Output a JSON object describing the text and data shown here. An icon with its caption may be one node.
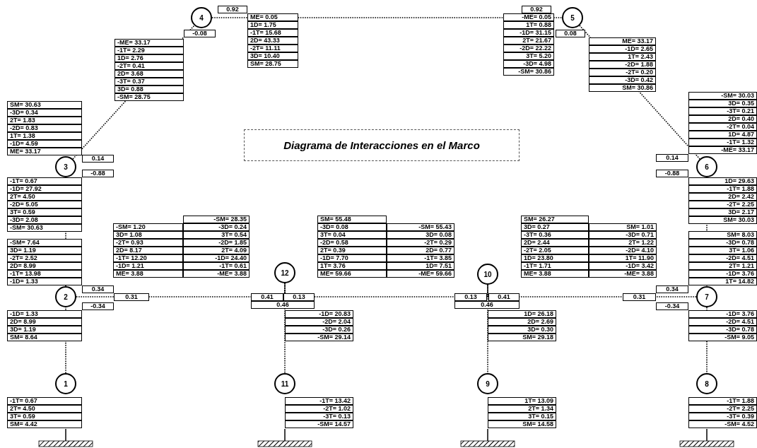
{
  "diagram": {
    "title": "Diagrama de Interacciones en el Marco",
    "nodes": [
      {
        "text": [
          "1"
        ]
      },
      {
        "text": [
          "2"
        ]
      },
      {
        "text": [
          "3"
        ]
      },
      {
        "text": [
          "4"
        ]
      },
      {
        "text": [
          "5"
        ]
      },
      {
        "text": [
          "6"
        ]
      },
      {
        "text": [
          "7"
        ]
      },
      {
        "text": [
          "8"
        ]
      },
      {
        "text": [
          "9"
        ]
      },
      {
        "text": [
          "10"
        ]
      },
      {
        "text": [
          "11"
        ]
      },
      {
        "text": [
          "12"
        ]
      }
    ],
    "edges": [
      {
        "from": 0,
        "to": 1,
        "arrow": "none"
      },
      {
        "from": 1,
        "to": 2,
        "arrow": "none"
      },
      {
        "from": 2,
        "to": 3,
        "arrow": "none"
      },
      {
        "from": 3,
        "to": 4,
        "arrow": "none"
      },
      {
        "from": 4,
        "to": 5,
        "arrow": "none"
      },
      {
        "from": 5,
        "to": 6,
        "arrow": "none"
      },
      {
        "from": 6,
        "to": 7,
        "arrow": "none"
      },
      {
        "from": 1,
        "to": 11,
        "arrow": "none"
      },
      {
        "from": 11,
        "to": 9,
        "arrow": "none"
      },
      {
        "from": 9,
        "to": 6,
        "arrow": "none"
      },
      {
        "from": 11,
        "to": 10,
        "arrow": "none"
      },
      {
        "from": 9,
        "to": 8,
        "arrow": "none"
      }
    ],
    "labels": [
      "0.92",
      "ME= 0.05",
      "1D= 1.75",
      "-1T= 15.68",
      "2D= 43.33",
      "-2T= 11.11",
      "3D= 10.40",
      "SM= 28.75",
      "0.92",
      "-ME= 0.05",
      "1T= 0.88",
      "-1D= 31.15",
      "2T= 21.67",
      "-2D= 22.22",
      "3T= 5.20",
      "-3D= 4.98",
      "-SM= 30.86",
      "-0.08",
      "0.08",
      "-ME= 33.17",
      "-1T= 2.29",
      "1D= 2.76",
      "-2T= 0.41",
      "2D= 3.68",
      "-3T= 0.37",
      "3D= 0.88",
      "-SM= 28.75",
      "ME= 33.17",
      "-1D= 2.65",
      "1T= 2.43",
      "-2D= 1.88",
      "-2T= 0.20",
      "-3D= 0.42",
      "SM= 30.86",
      "SM= 30.63",
      "-3D= 0.34",
      "2T= 1.83",
      "-2D= 0.83",
      "1T= 1.38",
      "-1D= 4.59",
      "ME= 33.17",
      "-SM= 30.03",
      "3D= 0.35",
      "-3T= 0.21",
      "2D= 0.40",
      "-2T= 0.04",
      "1D= 4.87",
      "-1T= 1.32",
      "-ME= 33.17",
      "0.14",
      "0.14",
      "-0.88",
      "-0.88",
      "-1T= 0.67",
      "-1D= 27.92",
      "2T= 4.50",
      "-2D= 5.05",
      "3T= 0.59",
      "-3D= 2.08",
      "-SM= 30.63",
      "-SM= 28.35",
      "-3D= 0.24",
      "3T= 0.54",
      "-2D= 1.85",
      "2T= 4.09",
      "-1D= 24.40",
      "-1T= 0.61",
      "-ME= 3.88",
      "-SM= 1.20",
      "3D= 1.08",
      "-2T= 0.93",
      "2D= 8.17",
      "-1T= 12.20",
      "-1D= 1.21",
      "ME= 3.88",
      "SM= 55.48",
      "-3D= 0.08",
      "3T= 0.04",
      "-2D= 0.58",
      "2T= 0.39",
      "-1D= 7.70",
      "1T= 3.76",
      "ME= 59.66",
      "-SM= 55.43",
      "3D= 0.08",
      "-2T= 0.29",
      "2D= 0.77",
      "-1T= 3.85",
      "1D= 7.51",
      "-ME= 59.66",
      "SM= 26.27",
      "3D= 0.27",
      "-3T= 0.36",
      "2D= 2.44",
      "-2T= 2.05",
      "1D= 23.80",
      "-1T= 1.71",
      "ME= 3.88",
      "SM= 1.01",
      "-3D= 0.71",
      "2T= 1.22",
      "-2D= 4.10",
      "1T= 11.90",
      "-1D= 3.42",
      "-ME= 3.88",
      "1D= 29.63",
      "-1T= 1.88",
      "2D= 2.42",
      "-2T= 2.25",
      "3D= 2.17",
      "SM= 30.03",
      "-SM= 7.64",
      "3D= 1.19",
      "-2T= 2.52",
      "2D= 8.99",
      "-1T= 13.98",
      "-1D= 1.33",
      "SM= 8.03",
      "-3D= 0.78",
      "3T= 1.06",
      "-2D= 4.51",
      "2T= 1.21",
      "-1D= 3.76",
      "1T= 14.82",
      "0.34",
      "0.34",
      "0.31",
      "0.41",
      "0.13",
      "0.13",
      "0.41",
      "0.31",
      "-0.34",
      "0.46",
      "0.46",
      "-0.34",
      "-1D= 1.33",
      "2D= 8.99",
      "3D= 1.19",
      "SM= 8.64",
      "-1D= 20.83",
      "-2D= 2.04",
      "-3D= 0.26",
      "-SM= 29.14",
      "1D= 26.18",
      "2D= 2.69",
      "3D= 0.30",
      "SM= 29.18",
      "-1D= 3.76",
      "-2D= 4.51",
      "-3D= 0.78",
      "-SM= 9.05",
      "-1T= 0.67",
      "2T= 4.50",
      "3T= 0.59",
      "SM= 4.42",
      "-1T= 13.42",
      "-2T= 1.02",
      "-3T= 0.13",
      "-SM= 14.57",
      "1T= 13.09",
      "2T= 1.34",
      "3T= 0.15",
      "SM= 14.58",
      "-1T= 1.88",
      "-2T= 2.25",
      "-3T= 0.39",
      "-SM= 4.52"
    ]
  }
}
